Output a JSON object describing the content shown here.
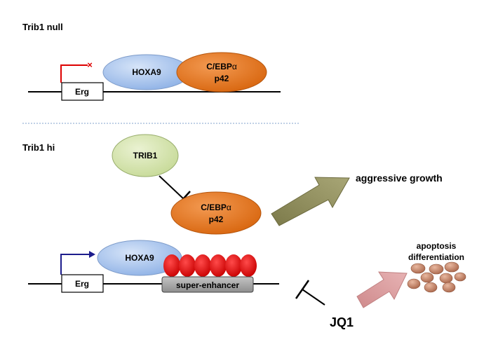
{
  "panels": {
    "null": {
      "title": "Trib1 null",
      "gene": "Erg",
      "hoxa9": "HOXA9",
      "cebp_line1": "C/EBP",
      "cebp_alpha": "α",
      "cebp_line2": "p42",
      "promoter_blocked_mark": "×"
    },
    "hi": {
      "title": "Trib1 hi",
      "trib1": "TRIB1",
      "cebp_line1": "C/EBP",
      "cebp_alpha": "α",
      "cebp_line2": "p42",
      "gene": "Erg",
      "hoxa9": "HOXA9",
      "super_enhancer": "super-enhancer",
      "outcome_growth": "aggressive growth",
      "outcome_apoptosis_line1": "apoptosis",
      "outcome_apoptosis_line2": "differentiation",
      "inhibitor": "JQ1"
    }
  },
  "colors": {
    "hoxa9": "#a9c4ec",
    "cebp": "#e0701a",
    "trib1": "#d6e5b0",
    "enhancer_dots": "#dd0000",
    "super_enhancer_box": "#a6a6a6",
    "growth_arrow": "#8c8a58",
    "jq1_arrow": "#d9999b",
    "cells": "#bf8064",
    "promoter_null": "#dd0000",
    "promoter_hi": "#1c1c8c",
    "divider": "#9bb3d6"
  }
}
